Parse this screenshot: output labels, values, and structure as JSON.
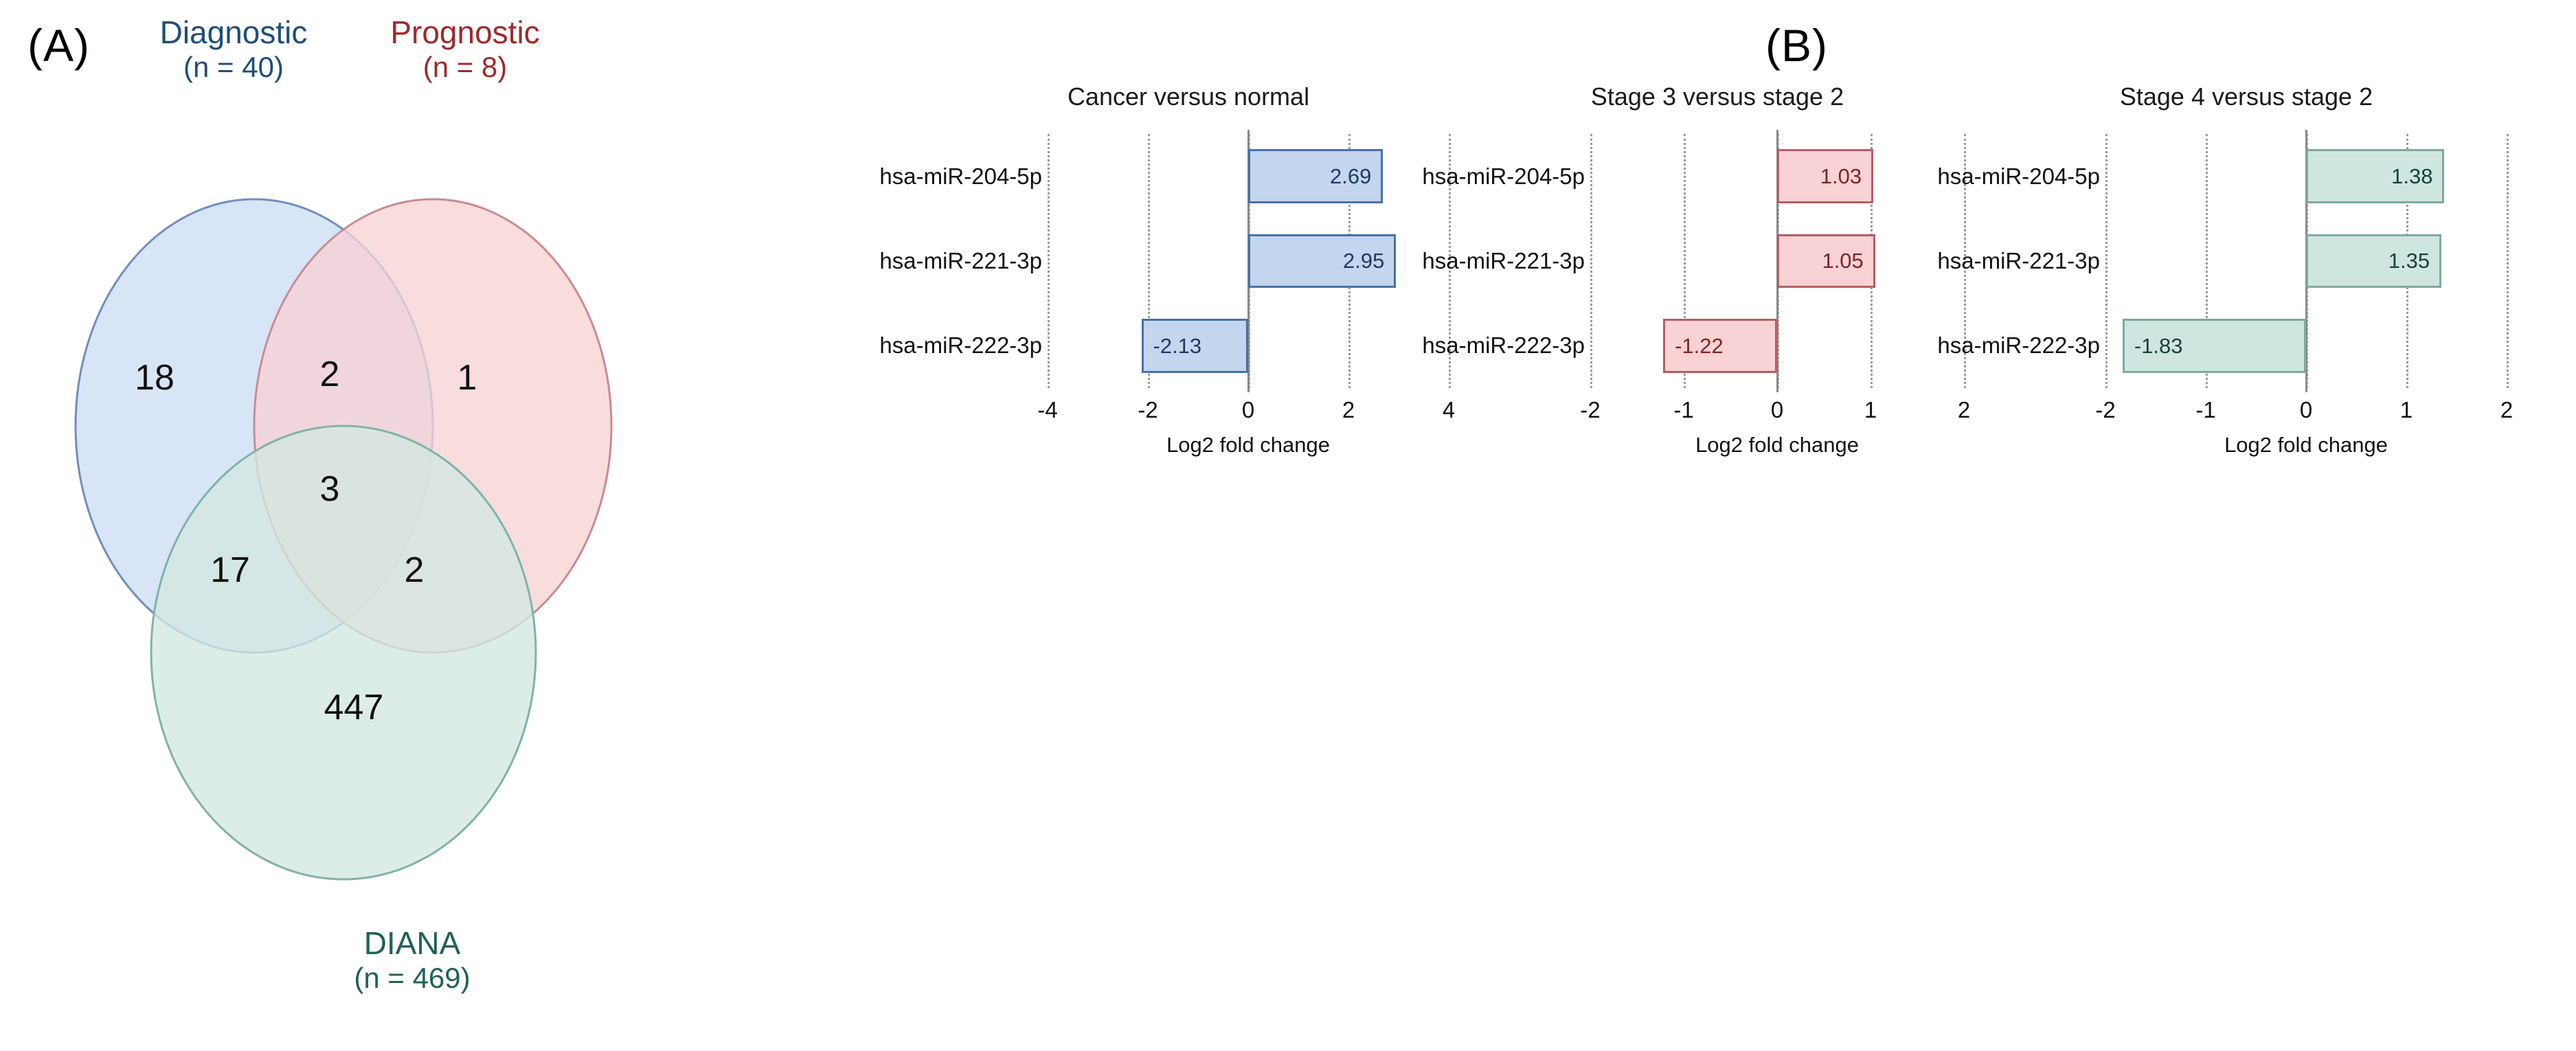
{
  "panels": {
    "a_letter": "(A)",
    "b_letter": "(B)"
  },
  "venn": {
    "sets": [
      {
        "name": "Diagnostic",
        "label": "Diagnostic",
        "n_text": "(n = 40)",
        "n": 40,
        "color": "#1f4e79",
        "fill": "#d0dff4"
      },
      {
        "name": "Prognostic",
        "label": "Prognostic",
        "n_text": "(n = 8)",
        "n": 8,
        "color": "#9e2a2b",
        "fill": "#f6d2d5"
      },
      {
        "name": "DIANA",
        "label": "DIANA",
        "n_text": "(n = 469)",
        "n": 469,
        "color": "#20615a",
        "fill": "#d2e8e2"
      }
    ],
    "regions": [
      {
        "key": "diagnostic_only",
        "label": "Diagnostic only",
        "value": "18"
      },
      {
        "key": "diagnostic_prognostic",
        "label": "Diagnostic ∩ Prognostic",
        "value": "2"
      },
      {
        "key": "prognostic_only",
        "label": "Prognostic only",
        "value": "1"
      },
      {
        "key": "all_three",
        "label": "Diagnostic ∩ Prognostic ∩ DIANA",
        "value": "3"
      },
      {
        "key": "diagnostic_diana",
        "label": "Diagnostic ∩ DIANA",
        "value": "17"
      },
      {
        "key": "prognostic_diana",
        "label": "Prognostic ∩ DIANA",
        "value": "2"
      },
      {
        "key": "diana_only",
        "label": "DIANA only",
        "value": "447"
      }
    ]
  },
  "chart_data": [
    {
      "type": "bar",
      "orientation": "horizontal",
      "title": "Cancer versus normal",
      "xlabel": "Log2 fold change",
      "ylabel": "",
      "categories": [
        "hsa-miR-204-5p",
        "hsa-miR-221-3p",
        "hsa-miR-222-3p"
      ],
      "values": [
        2.69,
        2.95,
        -2.13
      ],
      "labels": [
        "2.69",
        "2.95",
        "-2.13"
      ],
      "xlim": [
        -4,
        4
      ],
      "ticks": [
        -4,
        -2,
        0,
        2,
        4
      ],
      "tick_labels": [
        "-4",
        "-2",
        "0",
        "2",
        "4"
      ],
      "grid": true,
      "series_color": "blue",
      "bar_fill": "#c4d5ee",
      "bar_stroke": "#4472a8",
      "label_color": "#1f3864"
    },
    {
      "type": "bar",
      "orientation": "horizontal",
      "title": "Stage 3 versus stage 2",
      "xlabel": "Log2 fold change",
      "ylabel": "",
      "categories": [
        "hsa-miR-204-5p",
        "hsa-miR-221-3p",
        "hsa-miR-222-3p"
      ],
      "values": [
        1.03,
        1.05,
        -1.22
      ],
      "labels": [
        "1.03",
        "1.05",
        "-1.22"
      ],
      "xlim": [
        -2,
        2
      ],
      "ticks": [
        -2,
        -1,
        0,
        1,
        2
      ],
      "tick_labels": [
        "-2",
        "-1",
        "0",
        "1",
        "2"
      ],
      "grid": true,
      "series_color": "pink",
      "bar_fill": "#f8d2d4",
      "bar_stroke": "#b85c63",
      "label_color": "#7f2327"
    },
    {
      "type": "bar",
      "orientation": "horizontal",
      "title": "Stage 4 versus stage 2",
      "xlabel": "Log2 fold change",
      "ylabel": "",
      "categories": [
        "hsa-miR-204-5p",
        "hsa-miR-221-3p",
        "hsa-miR-222-3p"
      ],
      "values": [
        1.38,
        1.35,
        -1.83
      ],
      "labels": [
        "1.38",
        "1.35",
        "-1.83"
      ],
      "xlim": [
        -2,
        2
      ],
      "ticks": [
        -2,
        -1,
        0,
        1,
        2
      ],
      "tick_labels": [
        "-2",
        "-1",
        "0",
        "1",
        "2"
      ],
      "grid": true,
      "series_color": "green",
      "bar_fill": "#cfe6e0",
      "bar_stroke": "#7fa9a2",
      "label_color": "#173f39"
    }
  ]
}
